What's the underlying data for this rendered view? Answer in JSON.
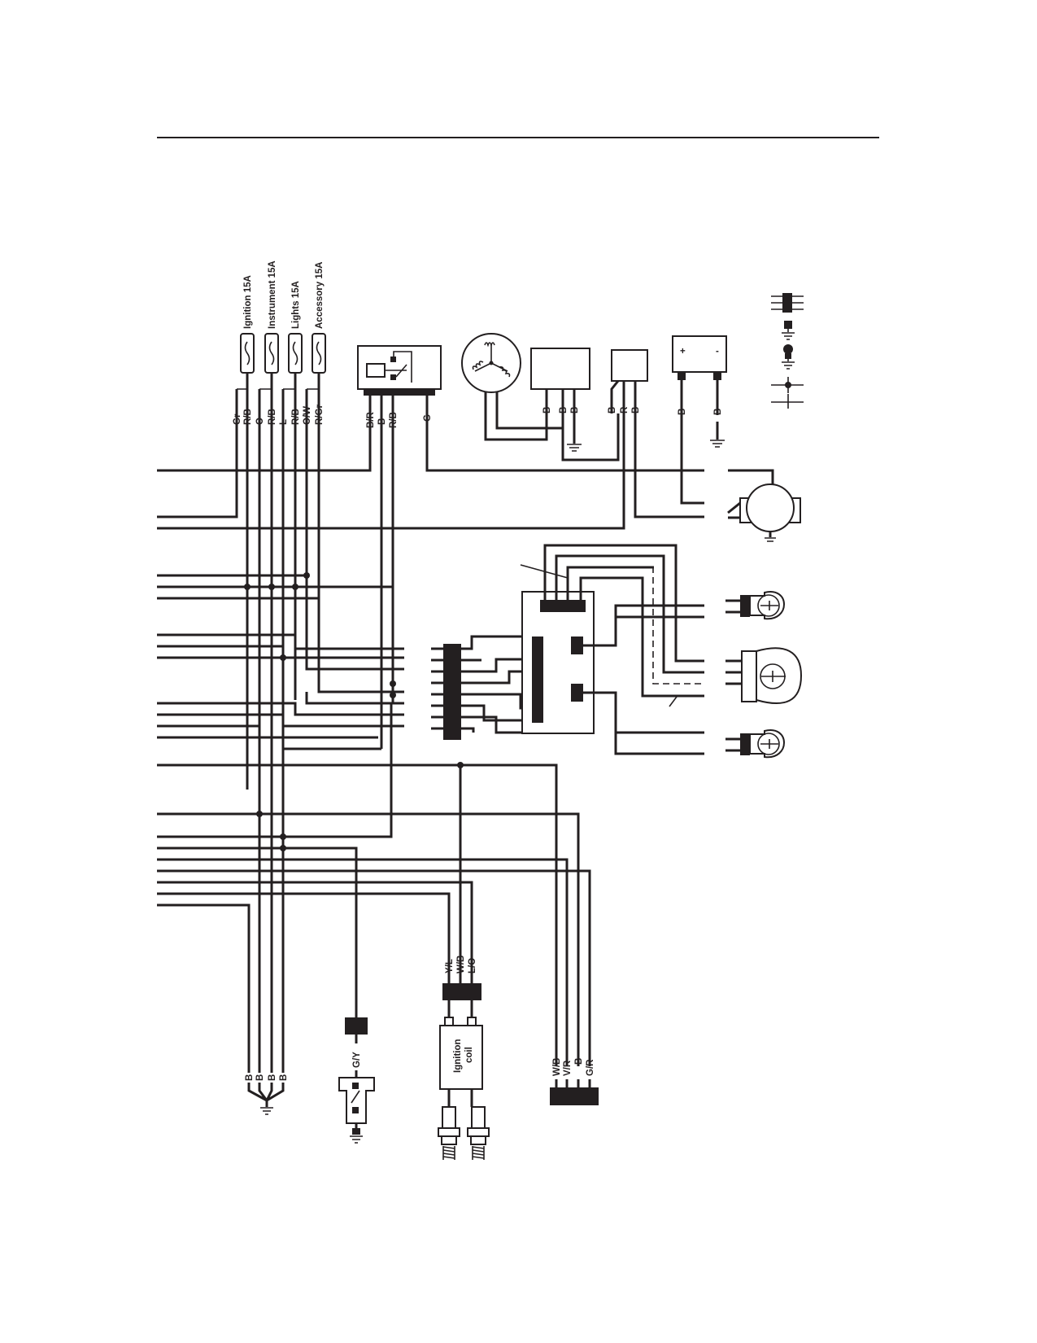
{
  "fuses": {
    "ignition": "Ignition 15A",
    "instrument": "Instrument 15A",
    "lights": "Lights 15A",
    "accessory": "Accessory 15A"
  },
  "fuse_wires": [
    "Gr",
    "R/B",
    "O",
    "R/B",
    "L",
    "R/B",
    "O/W",
    "R/Gr"
  ],
  "relay_wires": [
    "B/R",
    "B",
    "R/B"
  ],
  "relay_extra_wire": "G",
  "rectifier_wires": [
    "B",
    "B",
    "B"
  ],
  "box2_wires": [
    "B",
    "R",
    "B"
  ],
  "battery": {
    "plus": "+",
    "minus": "-",
    "wires": [
      "B",
      "B"
    ]
  },
  "coil_wires": [
    "Y/L",
    "W/B",
    "L/O"
  ],
  "ignition_coil": {
    "line1": "Ignition",
    "line2": "coil"
  },
  "ground_wires": [
    "B",
    "B",
    "B",
    "B"
  ],
  "switch_wire": "G/Y",
  "connector_wires": [
    "W/B",
    "V/R",
    "B",
    "G/R"
  ]
}
